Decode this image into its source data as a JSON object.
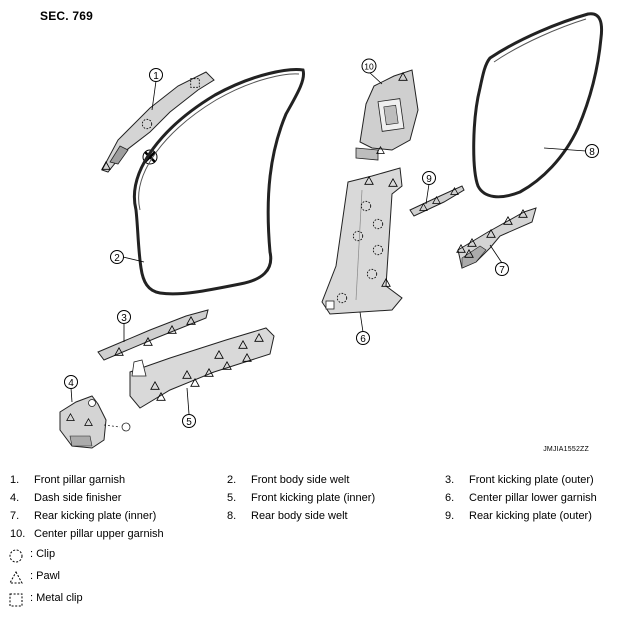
{
  "section": "SEC. 769",
  "figure_code": "JMJIA1552ZZ",
  "callouts": [
    "1",
    "2",
    "3",
    "4",
    "5",
    "6",
    "7",
    "8",
    "9",
    "10"
  ],
  "parts": [
    {
      "num": "1.",
      "name": "Front pillar garnish"
    },
    {
      "num": "2.",
      "name": "Front body side welt"
    },
    {
      "num": "3.",
      "name": "Front kicking plate (outer)"
    },
    {
      "num": "4.",
      "name": "Dash side finisher"
    },
    {
      "num": "5.",
      "name": "Front kicking plate (inner)"
    },
    {
      "num": "6.",
      "name": "Center pillar lower garnish"
    },
    {
      "num": "7.",
      "name": "Rear kicking plate (inner)"
    },
    {
      "num": "8.",
      "name": "Rear body side welt"
    },
    {
      "num": "9.",
      "name": "Rear kicking plate (outer)"
    },
    {
      "num": "10.",
      "name": "Center pillar upper garnish"
    }
  ],
  "symbols": [
    {
      "icon": "clip-icon",
      "label": ": Clip"
    },
    {
      "icon": "pawl-icon",
      "label": ": Pawl"
    },
    {
      "icon": "metal-clip-icon",
      "label": ": Metal clip"
    }
  ]
}
